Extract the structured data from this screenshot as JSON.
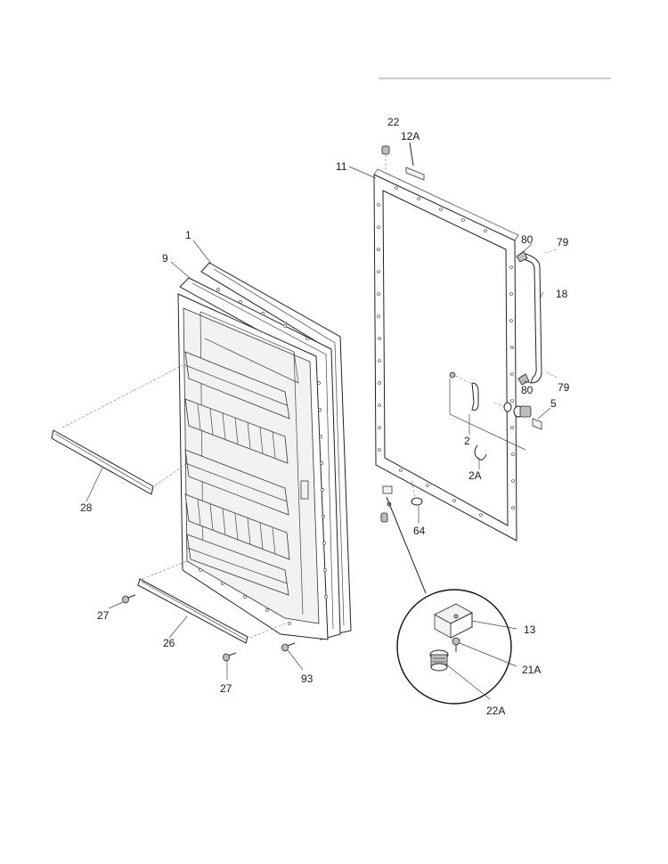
{
  "callouts": {
    "c22": "22",
    "c12A": "12A",
    "c11": "11",
    "c1": "1",
    "c9": "9",
    "c80a": "80",
    "c79a": "79",
    "c18": "18",
    "c80b": "80",
    "c79b": "79",
    "c5": "5",
    "c2": "2",
    "c2A": "2A",
    "c64": "64",
    "c28": "28",
    "c27a": "27",
    "c26": "26",
    "c27b": "27",
    "c93": "93",
    "c13": "13",
    "c21A": "21A",
    "c22A": "22A"
  }
}
